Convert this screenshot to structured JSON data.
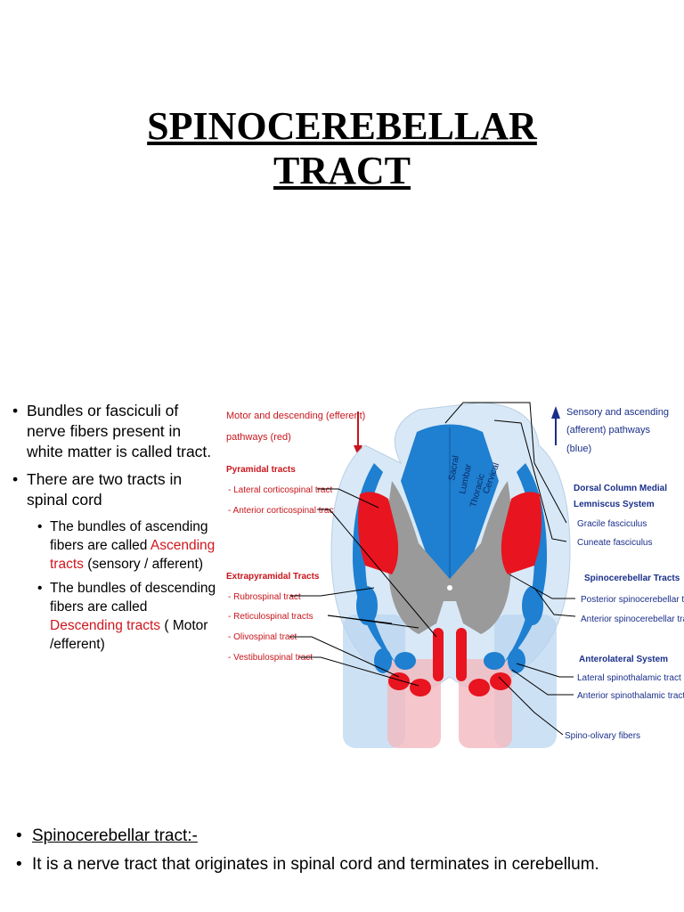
{
  "title": {
    "line1": "SPINOCEREBELLAR",
    "line2": "TRACT"
  },
  "bullets": {
    "b1": "Bundles or fasciculi of nerve fibers present in white matter is called tract.",
    "b2": "There are two tracts in spinal cord",
    "s1_pre": "The bundles of ascending fibers are called ",
    "s1_red": "Ascending tracts",
    "s1_post": " (sensory / afferent)",
    "s2_pre": "The bundles of descending fibers are called ",
    "s2_red": "Descending tracts",
    "s2_post": " ( Motor /efferent)"
  },
  "diagram": {
    "motor_heading": [
      "Motor and descending (efferent)",
      "pathways  (red)"
    ],
    "sensory_heading": [
      "Sensory and ascending",
      "(afferent) pathways",
      "(blue)"
    ],
    "pyramidal_heading": "Pyramidal tracts",
    "pyramidal_items": [
      "- Lateral corticospinal tract",
      "- Anterior corticospinal tract"
    ],
    "extrapyramidal_heading": "Extrapyramidal Tracts",
    "extrapyramidal_items": [
      "- Rubrospinal tract",
      "- Reticulospinal tracts",
      "- Olivospinal tract",
      "- Vestibulospinal tract"
    ],
    "dorsal_heading": [
      "Dorsal Column Medial",
      "Lemniscus System"
    ],
    "dorsal_items": [
      "Gracile fasciculus",
      "Cuneate fasciculus"
    ],
    "spinocerebellar_heading": "Spinocerebellar Tracts",
    "spinocerebellar_items": [
      "Posterior spinocerebellar trac",
      "Anterior spinocerebellar tract"
    ],
    "anterolateral_heading": "Anterolateral System",
    "anterolateral_items": [
      "Lateral spinothalamic tract",
      "Anterior spinothalamic tract"
    ],
    "spino_olivary": "Spino-olivary fibers",
    "segments": [
      "Sacral",
      "Lumbar",
      "Thoracic",
      "Cervical"
    ],
    "colors": {
      "red": "#e8141f",
      "blue": "#1f7fd0",
      "light_blue": "#9cc8ee",
      "gray": "#9a9a9a",
      "label_red": "#c8151c",
      "label_blue": "#1a2f8a"
    }
  },
  "bottom": {
    "line1": "Spinocerebellar tract:-",
    "line2": "It is a nerve tract that originates in spinal cord and terminates in cerebellum."
  }
}
